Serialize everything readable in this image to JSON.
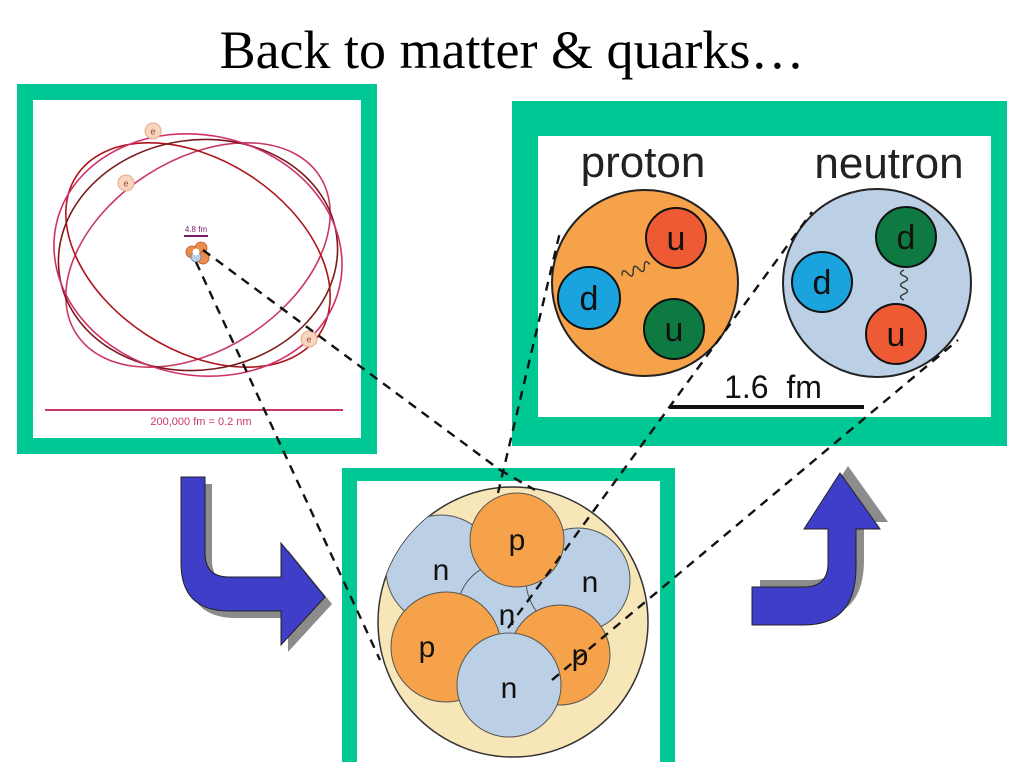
{
  "slide": {
    "title": "Back to matter & quarks…"
  },
  "atom_panel": {
    "nucleus_size_label": "4.8 fm",
    "scale_label": "200,000 fm = 0.2 nm",
    "electron_label": "e"
  },
  "nucleons_panel": {
    "proton_label": "p",
    "neutron_label": "n"
  },
  "quarks_panel": {
    "proton_title": "proton",
    "neutron_title": "neutron",
    "up_quark_label": "u",
    "down_quark_label": "d",
    "scale_label": "1.6  fm"
  },
  "colors": {
    "panel_border": "#00C894",
    "arrow_fill": "#3E3EC9",
    "arrow_shadow": "#8C8C8C",
    "proton_fill": "#F5A24A",
    "neutron_fill": "#BCD0E5",
    "nucleus_halo": "#F7E6B8",
    "up_quark": "#EE5A33",
    "down_quark": "#1BA3DD",
    "green_quark": "#0E7A42"
  }
}
